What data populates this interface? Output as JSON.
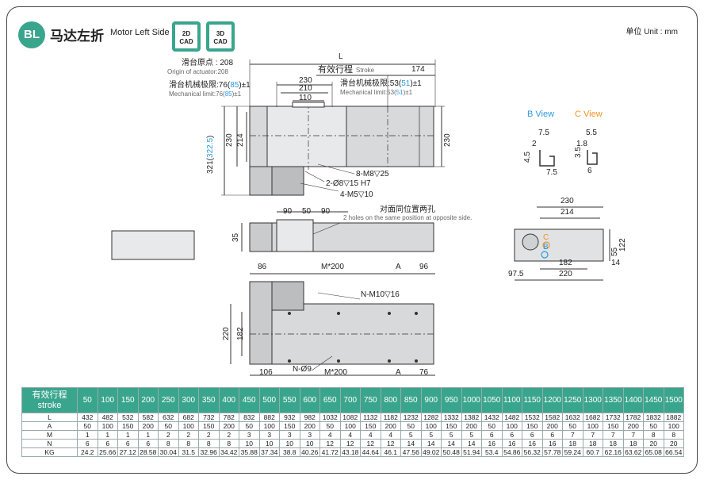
{
  "header": {
    "badge": "BL",
    "title_cn": "马达左折",
    "title_en": "Motor Left Side",
    "cad_2d": [
      "2D",
      "CAD"
    ],
    "cad_3d": [
      "3D",
      "CAD"
    ],
    "unit": "单位 Unit : mm"
  },
  "top_view": {
    "origin_cn": "滑台原点 : 208",
    "origin_en": "Origin of actuator:208",
    "L": "L",
    "stroke_cn": "有效行程",
    "stroke_en": "Stroke",
    "d174": "174",
    "d230": "230",
    "d210": "210",
    "d110": "110",
    "mech_left_cn_a": "滑台机械极限:76(",
    "mech_left_cn_b": "85",
    "mech_left_cn_c": ")±1",
    "mech_left_en_a": "Mechanical limit:76(",
    "mech_left_en_b": "85",
    "mech_left_en_c": ")±1",
    "mech_right_cn_a": "滑台机械极限:53(",
    "mech_right_cn_b": "51",
    "mech_right_cn_c": ")±1",
    "mech_right_en_a": "Mechanical limit:53(",
    "mech_right_en_b": "51",
    "mech_right_en_c": ")±1",
    "h321_a": "321(",
    "h321_b": "322.5",
    "h321_c": ")",
    "h230_left": "230",
    "h214": "214",
    "h230_right": "230",
    "note_m8": "8-M8▽25",
    "note_pin": "2-Ø8▽15 H7",
    "note_m5": "4-M5▽10"
  },
  "side_view": {
    "d90a": "90",
    "d50": "50",
    "d90b": "90",
    "h35": "35",
    "note_cn": "对面同位置两孔",
    "note_en": "2 holes on the same position at opposite side."
  },
  "base_view": {
    "d86": "86",
    "dM200_top": "M*200",
    "dA_top": "A",
    "d96": "96",
    "note_m10": "N-M10▽16",
    "h220": "220",
    "h182": "182",
    "d106": "106",
    "note_hole": "N-Ø9",
    "dM200_bot": "M*200",
    "dA_bot": "A",
    "d76": "76"
  },
  "detail_view": {
    "b_view": "B View",
    "c_view": "C View",
    "b75_top": "7.5",
    "b2": "2",
    "b45": "4.5",
    "b75_bot": "7.5",
    "c55": "5.5",
    "c18": "1.8",
    "c35": "3.5",
    "c6": "6"
  },
  "end_view": {
    "w230": "230",
    "w214": "214",
    "h122": "122",
    "h55": "55",
    "w182": "182",
    "w14": "14",
    "w975": "97.5",
    "w220": "220",
    "mark_c": "C",
    "mark_b": "B"
  },
  "table": {
    "header_cn": "有效行程",
    "header_en": "stroke",
    "strokes": [
      "50",
      "100",
      "150",
      "200",
      "250",
      "300",
      "350",
      "400",
      "450",
      "500",
      "550",
      "600",
      "650",
      "700",
      "750",
      "800",
      "850",
      "900",
      "950",
      "1000",
      "1050",
      "1100",
      "1150",
      "1200",
      "1250",
      "1300",
      "1350",
      "1400",
      "1450",
      "1500"
    ],
    "rows": [
      {
        "name": "L",
        "values": [
          "432",
          "482",
          "532",
          "582",
          "632",
          "682",
          "732",
          "782",
          "832",
          "882",
          "932",
          "982",
          "1032",
          "1082",
          "1132",
          "1182",
          "1232",
          "1282",
          "1332",
          "1382",
          "1432",
          "1482",
          "1532",
          "1582",
          "1632",
          "1682",
          "1732",
          "1782",
          "1832",
          "1882"
        ]
      },
      {
        "name": "A",
        "values": [
          "50",
          "100",
          "150",
          "200",
          "50",
          "100",
          "150",
          "200",
          "50",
          "100",
          "150",
          "200",
          "50",
          "100",
          "150",
          "200",
          "50",
          "100",
          "150",
          "200",
          "50",
          "100",
          "150",
          "200",
          "50",
          "100",
          "150",
          "200",
          "50",
          "100"
        ]
      },
      {
        "name": "M",
        "values": [
          "1",
          "1",
          "1",
          "1",
          "2",
          "2",
          "2",
          "2",
          "3",
          "3",
          "3",
          "3",
          "4",
          "4",
          "4",
          "4",
          "5",
          "5",
          "5",
          "5",
          "6",
          "6",
          "6",
          "6",
          "7",
          "7",
          "7",
          "7",
          "8",
          "8"
        ]
      },
      {
        "name": "N",
        "values": [
          "6",
          "6",
          "6",
          "6",
          "8",
          "8",
          "8",
          "8",
          "10",
          "10",
          "10",
          "10",
          "12",
          "12",
          "12",
          "12",
          "14",
          "14",
          "14",
          "14",
          "16",
          "16",
          "16",
          "16",
          "18",
          "18",
          "18",
          "18",
          "20",
          "20"
        ]
      },
      {
        "name": "KG",
        "values": [
          "24.2",
          "25.66",
          "27.12",
          "28.58",
          "30.04",
          "31.5",
          "32.96",
          "34.42",
          "35.88",
          "37.34",
          "38.8",
          "40.26",
          "41.72",
          "43.18",
          "44.64",
          "46.1",
          "47.56",
          "49.02",
          "50.48",
          "51.94",
          "53.4",
          "54.86",
          "56.32",
          "57.78",
          "59.24",
          "60.7",
          "62.16",
          "63.62",
          "65.08",
          "66.54"
        ]
      }
    ]
  },
  "colors": {
    "accent": "#3aa58d",
    "blue": "#2c9be0",
    "orange": "#f39222"
  }
}
